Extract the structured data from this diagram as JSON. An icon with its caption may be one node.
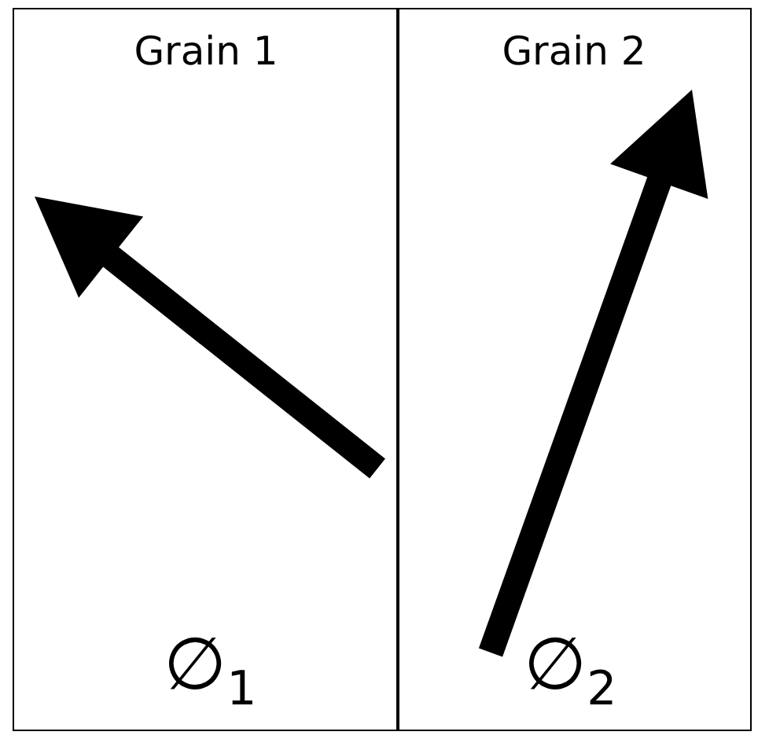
{
  "diagram": {
    "nodes": [
      {
        "text": [
          "Grain 1",
          "∅$_{1}$"
        ]
      },
      {
        "text": [
          "Grain 2",
          "∅$_{2}$"
        ]
      }
    ]
  }
}
